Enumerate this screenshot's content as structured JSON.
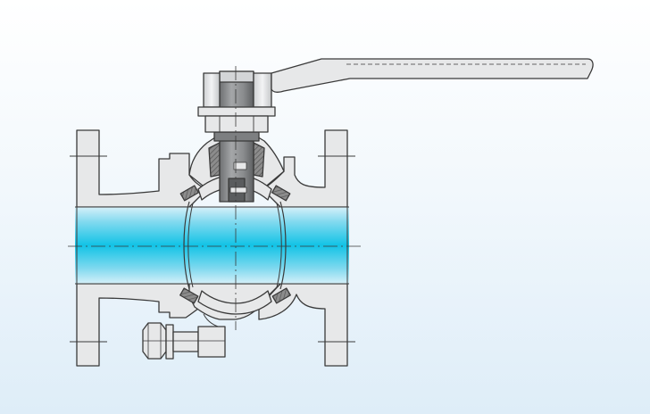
{
  "diagram": {
    "subject": "ball-valve-cross-section",
    "parts": [
      {
        "key": "lever-handle",
        "icon": "lever-handle-icon"
      },
      {
        "key": "stem",
        "icon": "stem-icon"
      },
      {
        "key": "gland-nut",
        "icon": "nut-icon"
      },
      {
        "key": "packing",
        "icon": "packing-icon"
      },
      {
        "key": "body",
        "icon": "valve-body-icon"
      },
      {
        "key": "inlet-flange",
        "icon": "flange-icon"
      },
      {
        "key": "outlet-flange",
        "icon": "flange-icon"
      },
      {
        "key": "ball",
        "icon": "ball-icon"
      },
      {
        "key": "seat-rings",
        "icon": "seal-ring-icon"
      },
      {
        "key": "flow-bore",
        "icon": "flow-icon"
      },
      {
        "key": "drain-plug",
        "icon": "bolt-icon"
      }
    ],
    "colors": {
      "background_top": "#ffffff",
      "background_bottom": "#deedf8",
      "metal": "#e7e8e9",
      "outline": "#3a3a3a",
      "stem_metal": "#8d8f91",
      "stem_dark": "#4a4c4e",
      "seal": "#7b7b7b",
      "flow_edge": "#bfe6f5",
      "flow_core": "#1cc4e4"
    }
  }
}
